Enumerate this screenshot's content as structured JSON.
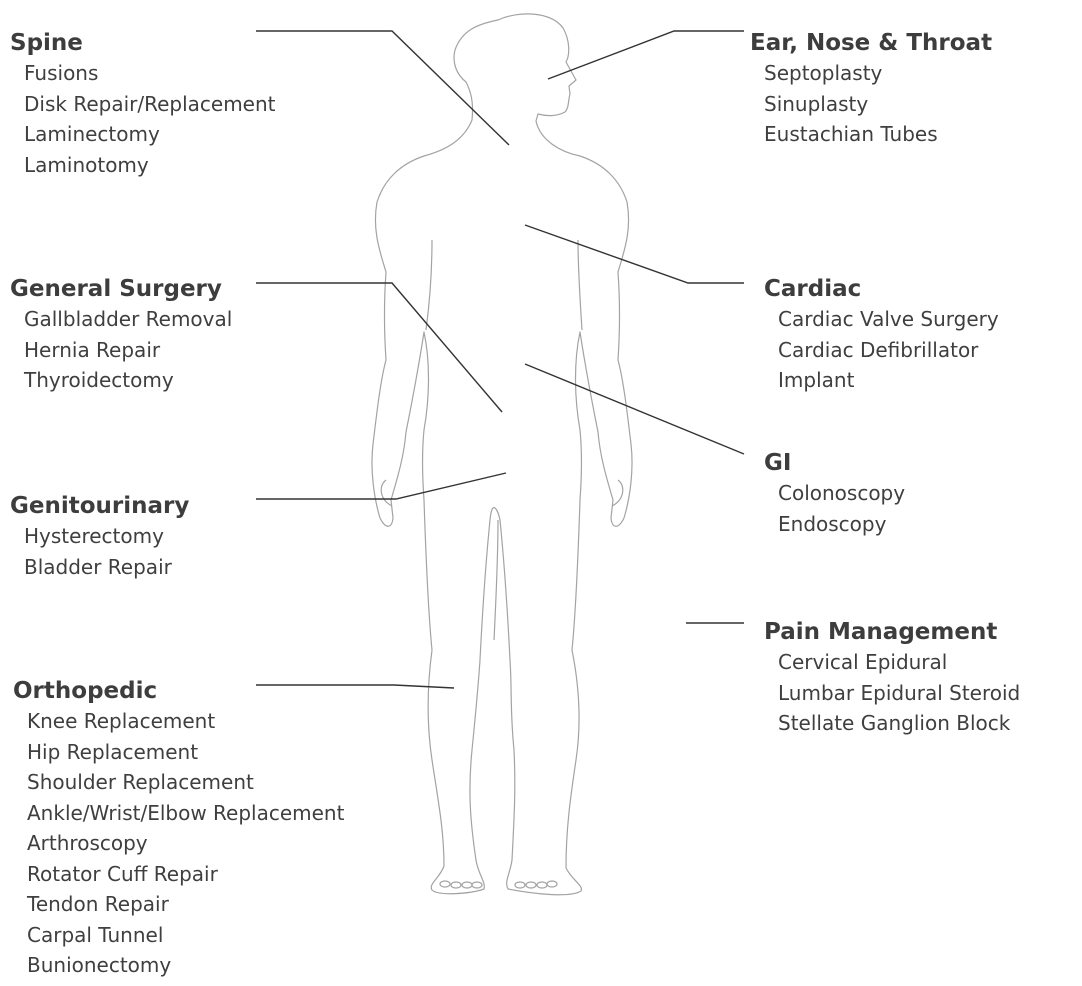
{
  "categories": [
    {
      "id": "spine",
      "heading": "Spine",
      "items": [
        "Fusions",
        "Disk Repair/Replacement",
        "Laminectomy",
        "Laminotomy"
      ]
    },
    {
      "id": "general",
      "heading": "General Surgery",
      "items": [
        "Gallbladder Removal",
        "Hernia Repair",
        "Thyroidectomy"
      ]
    },
    {
      "id": "genito",
      "heading": "Genitourinary",
      "items": [
        "Hysterectomy",
        "Bladder Repair"
      ]
    },
    {
      "id": "ortho",
      "heading": "Orthopedic",
      "items": [
        "Knee Replacement",
        "Hip Replacement",
        "Shoulder Replacement",
        "Ankle/Wrist/Elbow Replacement",
        "Arthroscopy",
        "Rotator Cuff Repair",
        "Tendon Repair",
        "Carpal Tunnel",
        "Bunionectomy"
      ]
    },
    {
      "id": "ent",
      "heading": "Ear, Nose & Throat",
      "items": [
        "Septoplasty",
        "Sinuplasty",
        "Eustachian Tubes"
      ]
    },
    {
      "id": "cardiac",
      "heading": "Cardiac",
      "items": [
        "Cardiac Valve Surgery",
        "Cardiac Defibrillator",
        "Implant"
      ]
    },
    {
      "id": "gi",
      "heading": "GI",
      "items": [
        "Colonoscopy",
        "Endoscopy"
      ]
    },
    {
      "id": "pain",
      "heading": "Pain Management",
      "items": [
        "Cervical Epidural",
        "Lumbar Epidural Steroid",
        "Stellate Ganglion Block"
      ]
    }
  ],
  "colors": {
    "text": "#3d3d3d",
    "outline": "#9a9a9a",
    "leader": "#333333"
  }
}
